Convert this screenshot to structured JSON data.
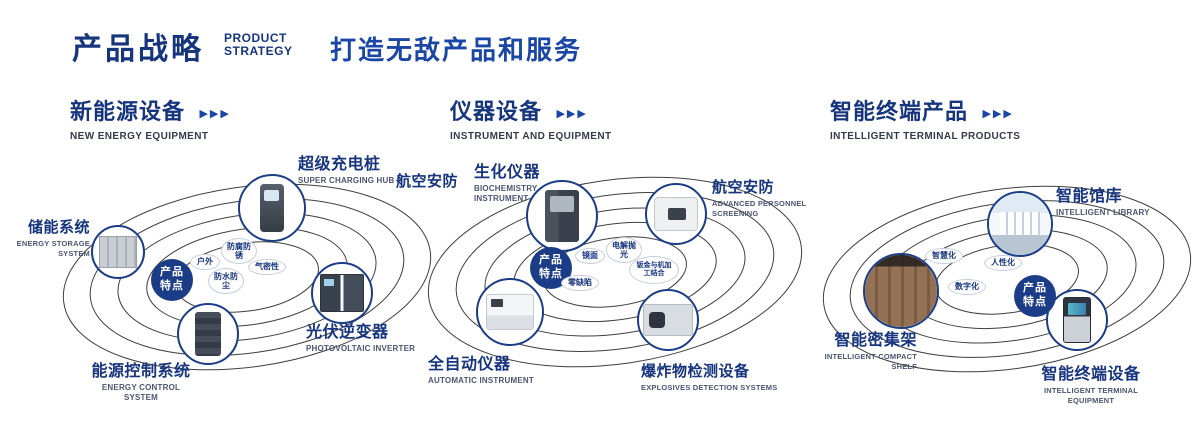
{
  "colors": {
    "accent": "#17357e",
    "subtitle_blue": "#1a46a5",
    "center_circle": "#1b3c87",
    "ring": "#3f3f3f"
  },
  "icons": {
    "arrows": "▶▶▶"
  },
  "header": {
    "title_cn": "产品战略",
    "title_en_line1": "PRODUCT",
    "title_en_line2": "STRATEGY",
    "subtitle": "打造无敌产品和服务"
  },
  "sections": [
    {
      "title_cn": "新能源设备",
      "title_en": "NEW ENERGY EQUIPMENT",
      "center_label": "产品特点",
      "features": [
        "户外",
        "防腐防锈",
        "气密性",
        "防水防尘"
      ],
      "nodes": [
        {
          "cn": "超级充电桩",
          "en": "SUPER CHARGING HUB"
        },
        {
          "cn": "储能系统",
          "en": "ENERGY STORAGE SYSTEM"
        },
        {
          "cn": "光伏逆变器",
          "en": "PHOTOVOLTAIC INVERTER"
        },
        {
          "cn": "能源控制系统",
          "en": "ENERGY CONTROL SYSTEM"
        }
      ]
    },
    {
      "title_cn": "仪器设备",
      "title_en": "INSTRUMENT AND EQUIPMENT",
      "center_label": "产品特点",
      "extra_label": "航空安防",
      "features": [
        "镜面",
        "电解抛光",
        "零缺陷",
        "钣金与机加工结合"
      ],
      "nodes": [
        {
          "cn": "生化仪器",
          "en": "BIOCHEMISTRY INSTRUMENT"
        },
        {
          "cn": "航空安防",
          "en": "ADVANCED PERSONNEL SCREENING"
        },
        {
          "cn": "全自动仪器",
          "en": "AUTOMATIC INSTRUMENT"
        },
        {
          "cn": "爆炸物检测设备",
          "en": "EXPLOSIVES DETECTION SYSTEMS"
        }
      ]
    },
    {
      "title_cn": "智能终端产品",
      "title_en": "INTELLIGENT TERMINAL PRODUCTS",
      "center_label": "产品特点",
      "features": [
        "智慧化",
        "人性化",
        "数字化"
      ],
      "nodes": [
        {
          "cn": "智能馆库",
          "en": "INTELLIGENT LIBRARY"
        },
        {
          "cn": "智能密集架",
          "en": "INTELLIGENT COMPACT SHELF"
        },
        {
          "cn": "智能终端设备",
          "en": "INTELLIGENT TERMINAL EQUIPMENT"
        }
      ]
    }
  ]
}
